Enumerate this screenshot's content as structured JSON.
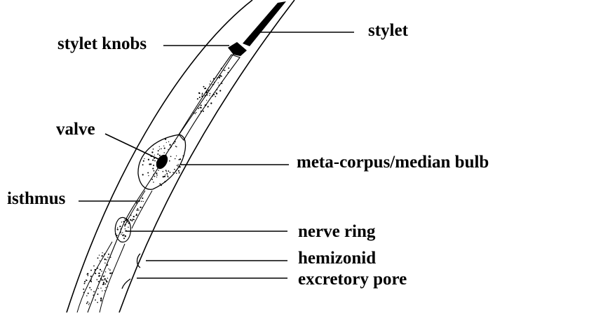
{
  "labels": {
    "stylet": "stylet",
    "stylet_knobs": "stylet knobs",
    "valve": "valve",
    "metacorpus": "meta-corpus/median bulb",
    "isthmus": "isthmus",
    "nerve_ring": "nerve ring",
    "hemizonid": "hemizonid",
    "excretory_pore": "excretory pore"
  }
}
